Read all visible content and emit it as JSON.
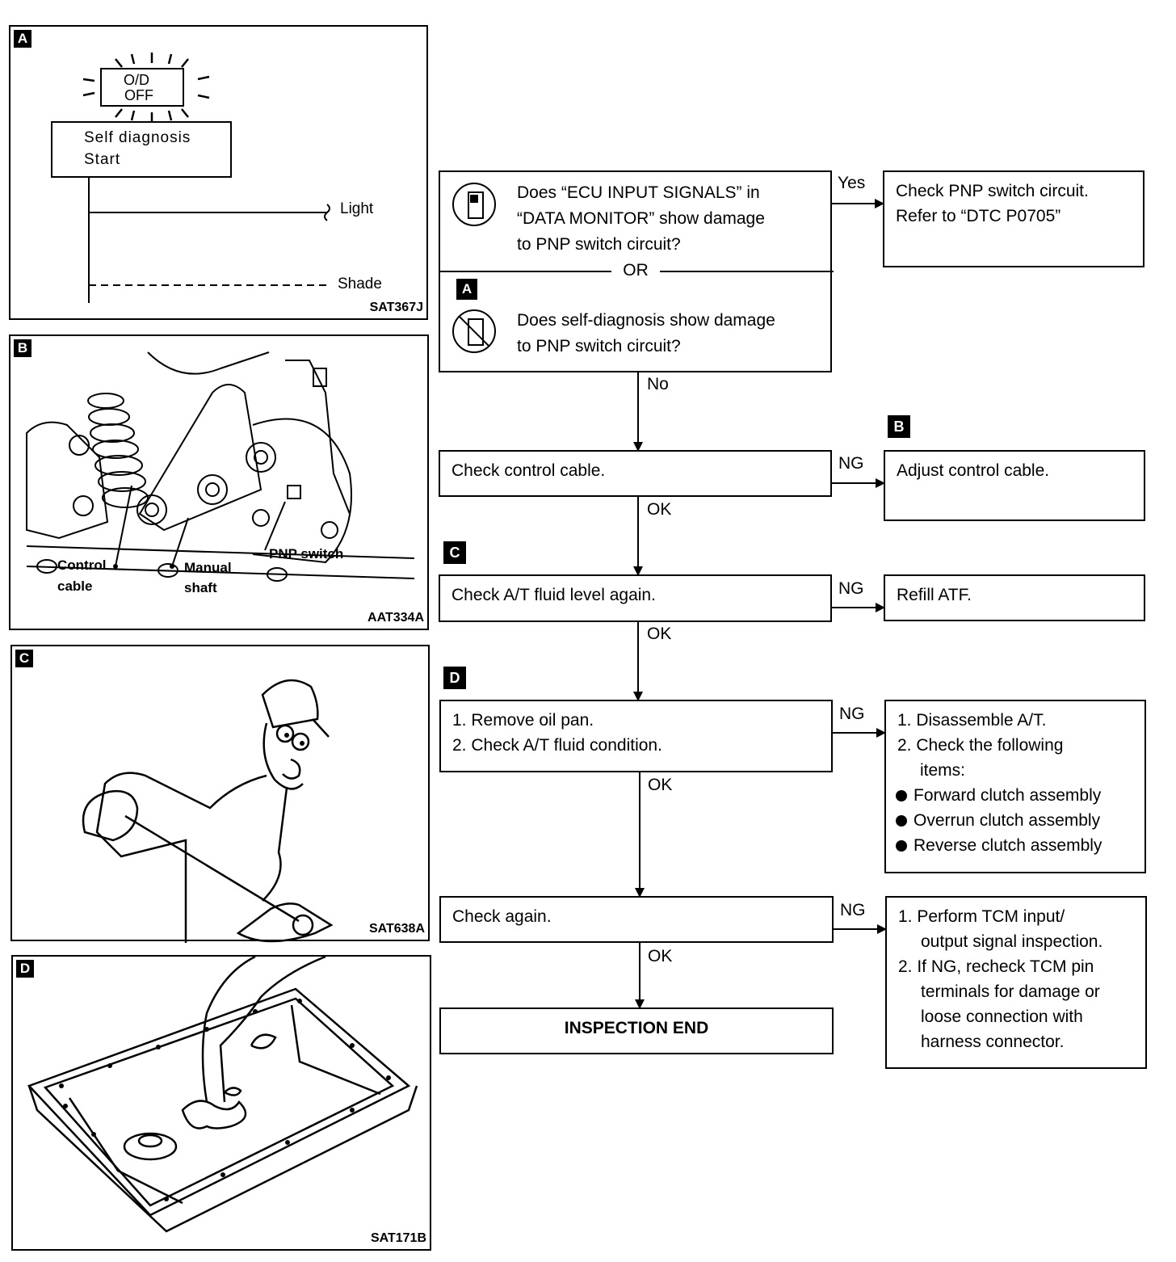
{
  "panels": {
    "a": {
      "tag": "A",
      "od_off": [
        "O/D",
        "OFF"
      ],
      "self_diag": [
        "Self diagnosis",
        "Start"
      ],
      "light_label": "Light",
      "shade_label": "Shade",
      "code": "SAT367J"
    },
    "b": {
      "tag": "B",
      "labels": {
        "control": "Control",
        "cable": "cable",
        "manual": "Manual",
        "shaft": "shaft",
        "pnp": "PNP switch"
      },
      "code": "AAT334A"
    },
    "c": {
      "tag": "C",
      "code": "SAT638A"
    },
    "d": {
      "tag": "D",
      "code": "SAT171B"
    }
  },
  "flow": {
    "q1": [
      "Does “ECU INPUT SIGNALS” in",
      "“DATA MONITOR” show damage",
      "to PNP switch circuit?"
    ],
    "or": "OR",
    "q1_tag": "A",
    "q2": [
      "Does self-diagnosis show damage",
      "to PNP switch circuit?"
    ],
    "yes": "Yes",
    "no": "No",
    "yes_box": [
      "Check PNP switch circuit.",
      "Refer to “DTC P0705”"
    ],
    "tag_b": "B",
    "tag_c": "C",
    "tag_d": "D",
    "step1": "Check control cable.",
    "step1_ng": "Adjust control cable.",
    "step2": "Check A/T fluid level again.",
    "step2_ng": "Refill ATF.",
    "step3": [
      "1. Remove oil pan.",
      "2. Check A/T fluid condition."
    ],
    "step3_ng": [
      "1. Disassemble A/T.",
      "2. Check the following",
      "items:",
      "Forward clutch assembly",
      "Overrun clutch assembly",
      "Reverse clutch assembly"
    ],
    "step4": "Check again.",
    "step4_ng": [
      "1. Perform TCM input/",
      "output signal inspection.",
      "2. If NG, recheck TCM pin",
      "terminals for damage or",
      "loose connection with",
      "harness connector."
    ],
    "end": "INSPECTION END",
    "ng": "NG",
    "ok": "OK"
  }
}
